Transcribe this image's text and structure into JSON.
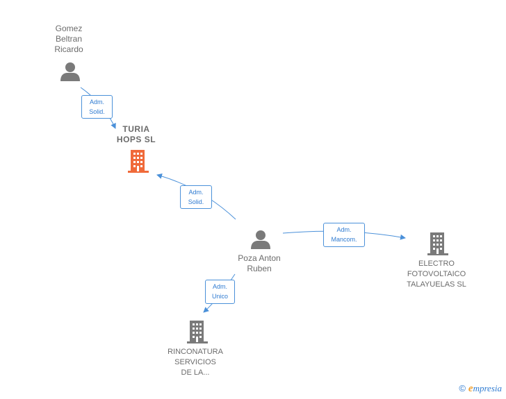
{
  "nodes": {
    "gomez": {
      "label": "Gomez\nBeltran\nRicardo",
      "type": "person"
    },
    "turia": {
      "label": "TURIA\nHOPS  SL",
      "type": "company-focus"
    },
    "poza": {
      "label": "Poza Anton\nRuben",
      "type": "person"
    },
    "electro": {
      "label": "ELECTRO\nFOTOVOLTAICO\nTALAYUELAS SL",
      "type": "company"
    },
    "rinconatura": {
      "label": "RINCONATURA\nSERVICIOS\nDE LA...",
      "type": "company"
    }
  },
  "edges": [
    {
      "id": "e1",
      "label": "Adm.\nSolid."
    },
    {
      "id": "e2",
      "label": "Adm.\nSolid."
    },
    {
      "id": "e3",
      "label": "Adm.\nMancom."
    },
    {
      "id": "e4",
      "label": "Adm.\nUnico"
    }
  ],
  "footer": {
    "copyright": "©",
    "brand_first": "e",
    "brand_rest": "mpresia"
  },
  "colors": {
    "edge": "#4a90d9",
    "person_icon": "#7a7a7a",
    "company_icon": "#7a7a7a",
    "focus_company_icon": "#f06a3a"
  }
}
